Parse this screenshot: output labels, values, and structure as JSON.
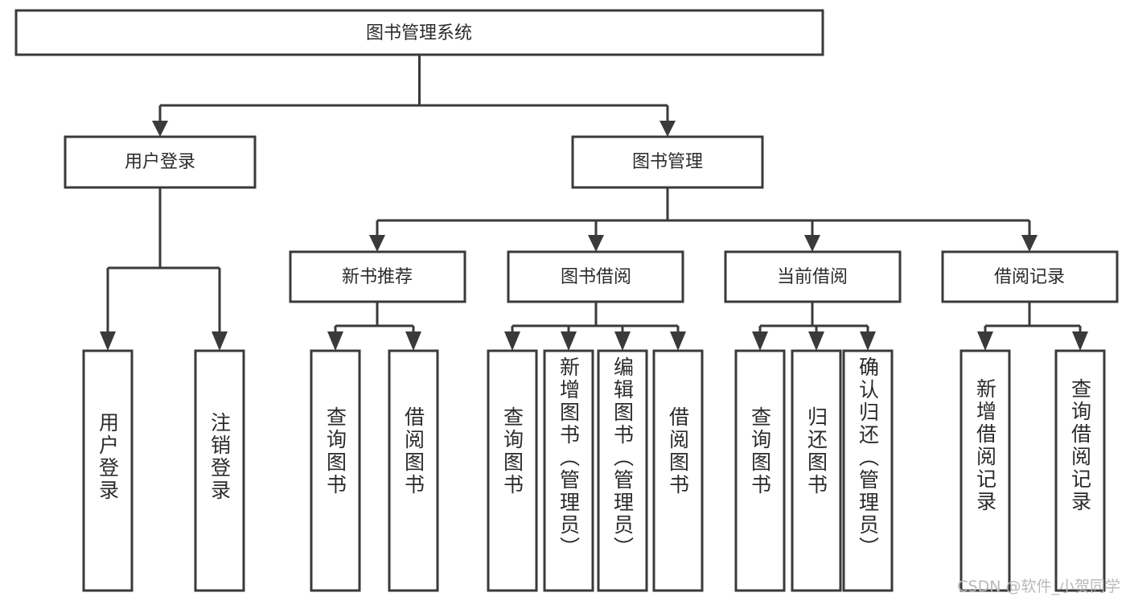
{
  "diagram": {
    "title": "图书管理系统",
    "type": "tree-hierarchy",
    "watermark": "CSDN @软件_小贺同学",
    "colors": {
      "stroke": "#3a3a3a",
      "box_fill": "#ffffff",
      "text": "#2b2b2b",
      "background": "#ffffff",
      "watermark": "#b9b9b9"
    },
    "root": {
      "label": "图书管理系统"
    },
    "level2": [
      {
        "label": "用户登录"
      },
      {
        "label": "图书管理"
      }
    ],
    "level3": [
      {
        "label": "新书推荐"
      },
      {
        "label": "图书借阅"
      },
      {
        "label": "当前借阅"
      },
      {
        "label": "借阅记录"
      }
    ],
    "leaves": {
      "user_login": [
        {
          "label": "用户登录"
        },
        {
          "label": "注销登录"
        }
      ],
      "new_book_recommend": [
        {
          "label": "查询图书"
        },
        {
          "label": "借阅图书"
        }
      ],
      "book_borrow": [
        {
          "label": "查询图书"
        },
        {
          "label": "新增图书（管理员）"
        },
        {
          "label": "编辑图书（管理员）"
        },
        {
          "label": "借阅图书"
        }
      ],
      "current_borrow": [
        {
          "label": "查询图书"
        },
        {
          "label": "归还图书"
        },
        {
          "label": "确认归还（管理员）"
        }
      ],
      "borrow_record": [
        {
          "label": "新增借阅记录"
        },
        {
          "label": "查询借阅记录"
        }
      ]
    }
  }
}
